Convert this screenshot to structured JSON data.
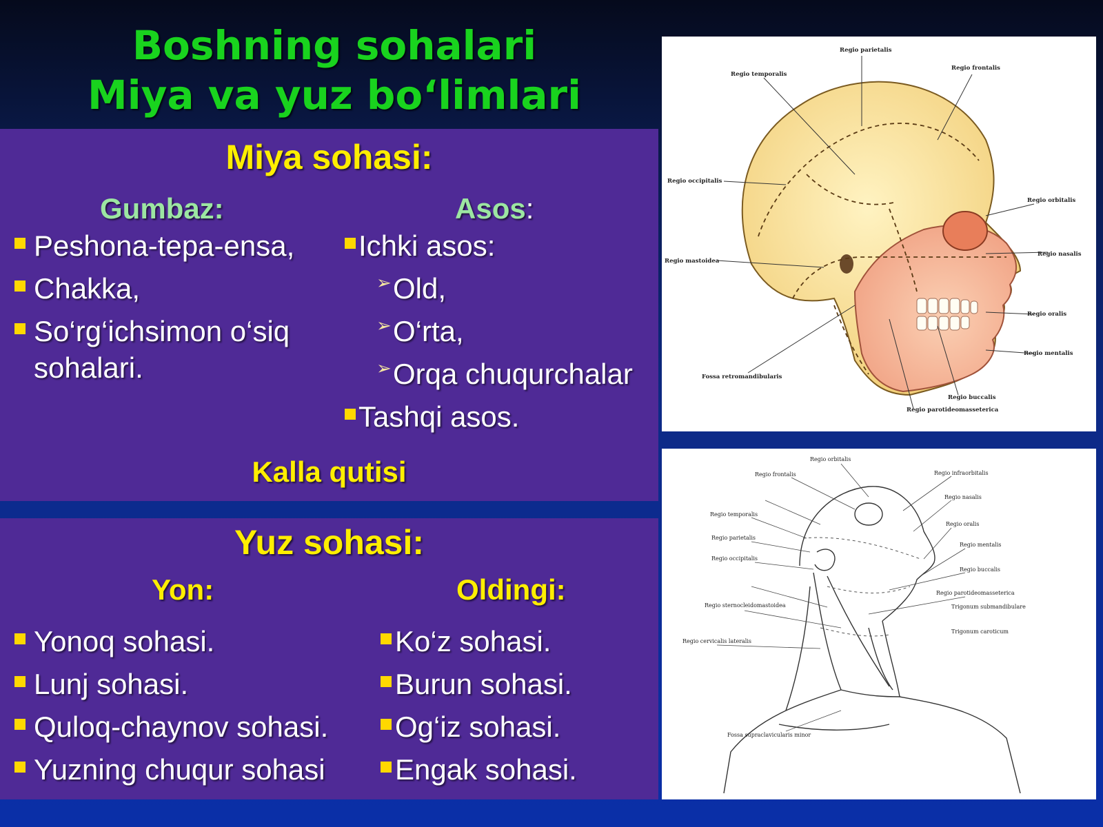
{
  "title": {
    "line1": "Boshning sohalari",
    "line2": "Miya va yuz bo‘limlari"
  },
  "miya": {
    "heading": "Miya sohasi:",
    "gumbaz": {
      "heading": "Gumbaz:",
      "items": [
        "Peshona-tepa-ensa,",
        "Chakka,",
        "So‘rg‘ichsimon o‘siq",
        "sohalari."
      ]
    },
    "asos": {
      "heading": "Asos",
      "colon": ":",
      "inner": "Ichki asos:",
      "sub": [
        "Old,",
        "O‘rta,",
        "Orqa chuqurchalar"
      ],
      "outer": "Tashqi asos."
    },
    "kalla": "Kalla qutisi"
  },
  "yuz": {
    "heading": "Yuz sohasi:",
    "yon": {
      "heading": "Yon:",
      "items": [
        "Yonoq sohasi.",
        "Lunj sohasi.",
        "Quloq-chaynov sohasi.",
        "Yuzning chuqur sohasi"
      ]
    },
    "oldingi": {
      "heading": "Oldingi:",
      "items": [
        "Ko‘z sohasi.",
        "Burun sohasi.",
        "Og‘iz sohasi.",
        "Engak sohasi."
      ]
    }
  },
  "skull_labels": [
    "Regio parietalis",
    "Regio frontalis",
    "Regio temporalis",
    "Regio occipitalis",
    "Regio orbitalis",
    "Regio nasalis",
    "Regio mastoidea",
    "Regio oralis",
    "Regio mentalis",
    "Fossa retromandibularis",
    "Regio buccalis",
    "Regio parotideomasseterica"
  ],
  "neck_labels": [
    "Regio orbitalis",
    "Regio infraorbitalis",
    "Regio frontalis",
    "Regio nasalis",
    "Regio temporalis",
    "Regio oralis",
    "Regio parietalis",
    "Regio mentalis",
    "Regio occipitalis",
    "Regio buccalis",
    "Regio parotideomasseterica",
    "Trigonum submandibulare",
    "Trigonum caroticum",
    "Regio sternocleidomastoidea",
    "Regio cervicalis lateralis",
    "Fossa supraclavicularis minor"
  ],
  "colors": {
    "title": "#19d31e",
    "heading": "#ffee00",
    "subheading": "#9ce6a2",
    "panel": "#4f2a96",
    "bullet": "#ffd800"
  }
}
